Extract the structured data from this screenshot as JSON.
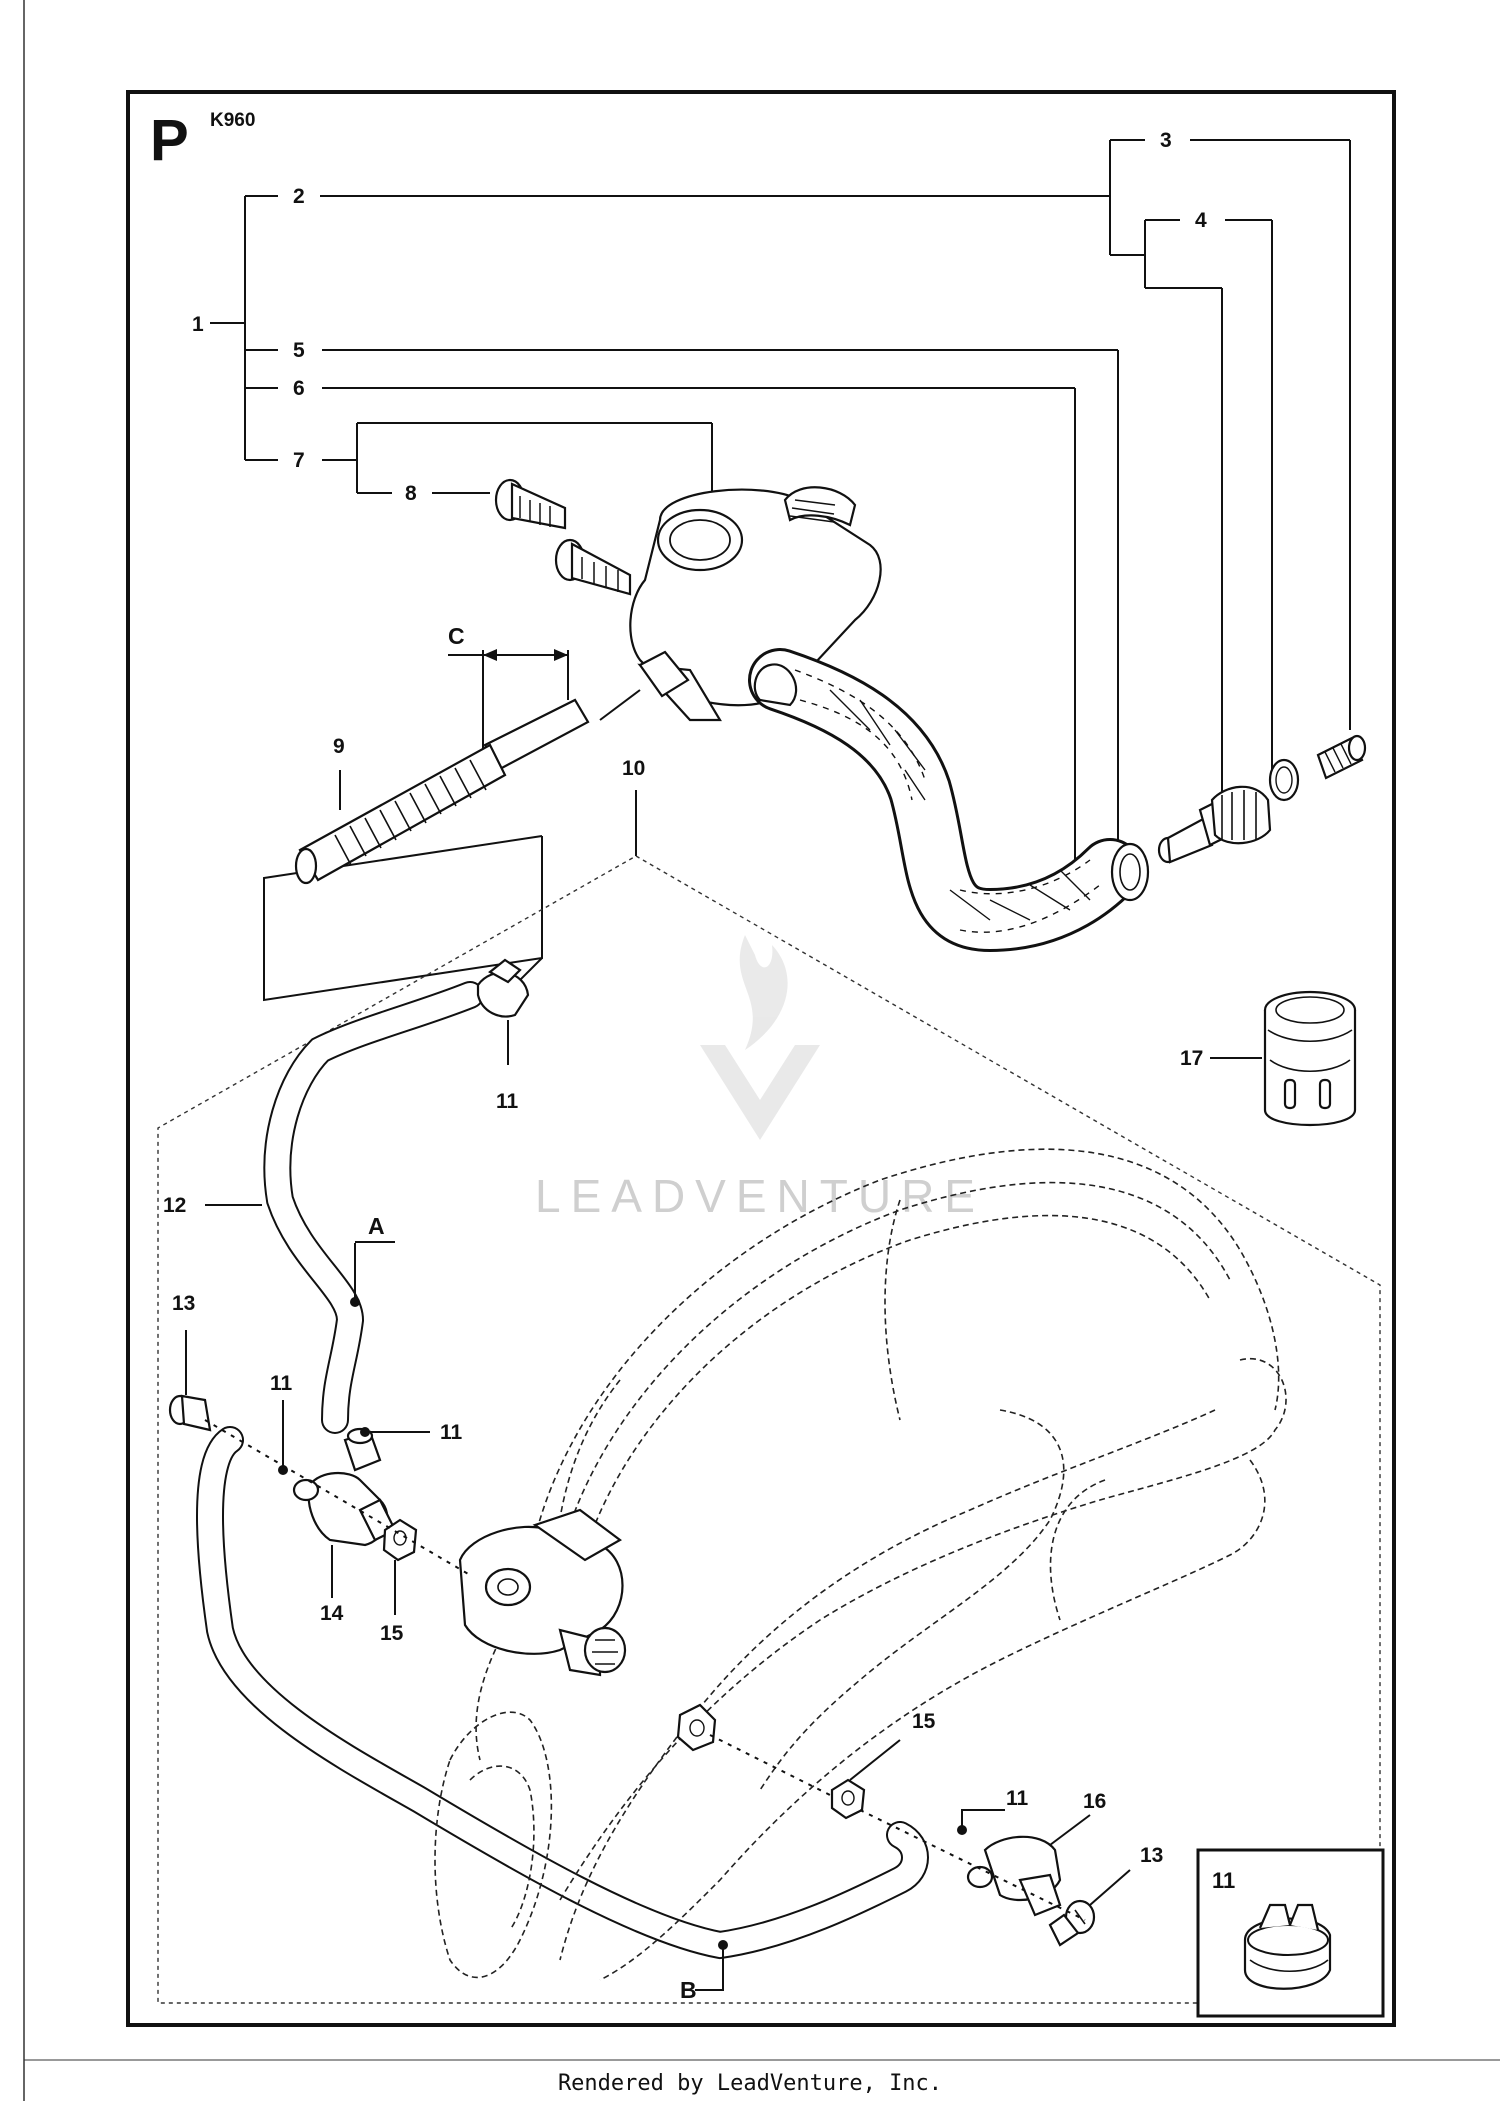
{
  "diagram": {
    "section_letter": "P",
    "model": "K960",
    "watermark": "LEADVENTURE",
    "footer": "Rendered by LeadVenture, Inc.",
    "callouts": [
      "1",
      "2",
      "3",
      "4",
      "5",
      "6",
      "7",
      "8",
      "9",
      "10",
      "11",
      "12",
      "13",
      "14",
      "15",
      "16",
      "17"
    ],
    "connection_labels": [
      "A",
      "B",
      "C"
    ],
    "inset_label": "11"
  }
}
